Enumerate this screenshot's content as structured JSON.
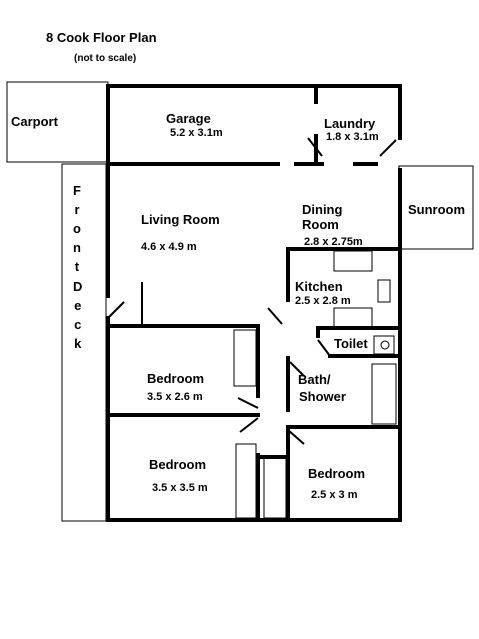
{
  "title": "8 Cook Floor Plan",
  "note": "(not to scale)",
  "rooms": {
    "carport": {
      "name": "Carport"
    },
    "garage": {
      "name": "Garage",
      "size": "5.2 x 3.1m"
    },
    "laundry": {
      "name": "Laundry",
      "size": "1.8 x 3.1m"
    },
    "front_deck": {
      "name": "Front Deck",
      "letters_1": [
        "F",
        "r",
        "o",
        "n",
        "t"
      ],
      "letters_2": [
        "D",
        "e",
        "c",
        "k"
      ]
    },
    "living_room": {
      "name": "Living Room",
      "size": "4.6 x 4.9 m"
    },
    "dining_room": {
      "name_line1": "Dining",
      "name_line2": "Room",
      "size": "2.8 x 2.75m"
    },
    "sunroom": {
      "name": "Sunroom"
    },
    "kitchen": {
      "name": "Kitchen",
      "size": "2.5 x 2.8 m"
    },
    "toilet": {
      "name": "Toilet"
    },
    "bath": {
      "name_line1": "Bath/",
      "name_line2": "Shower"
    },
    "bedroom_1": {
      "name": "Bedroom",
      "size": "3.5 x 2.6 m"
    },
    "bedroom_2": {
      "name": "Bedroom",
      "size": "3.5 x 3.5 m"
    },
    "bedroom_3": {
      "name": "Bedroom",
      "size": "2.5 x 3 m"
    }
  }
}
